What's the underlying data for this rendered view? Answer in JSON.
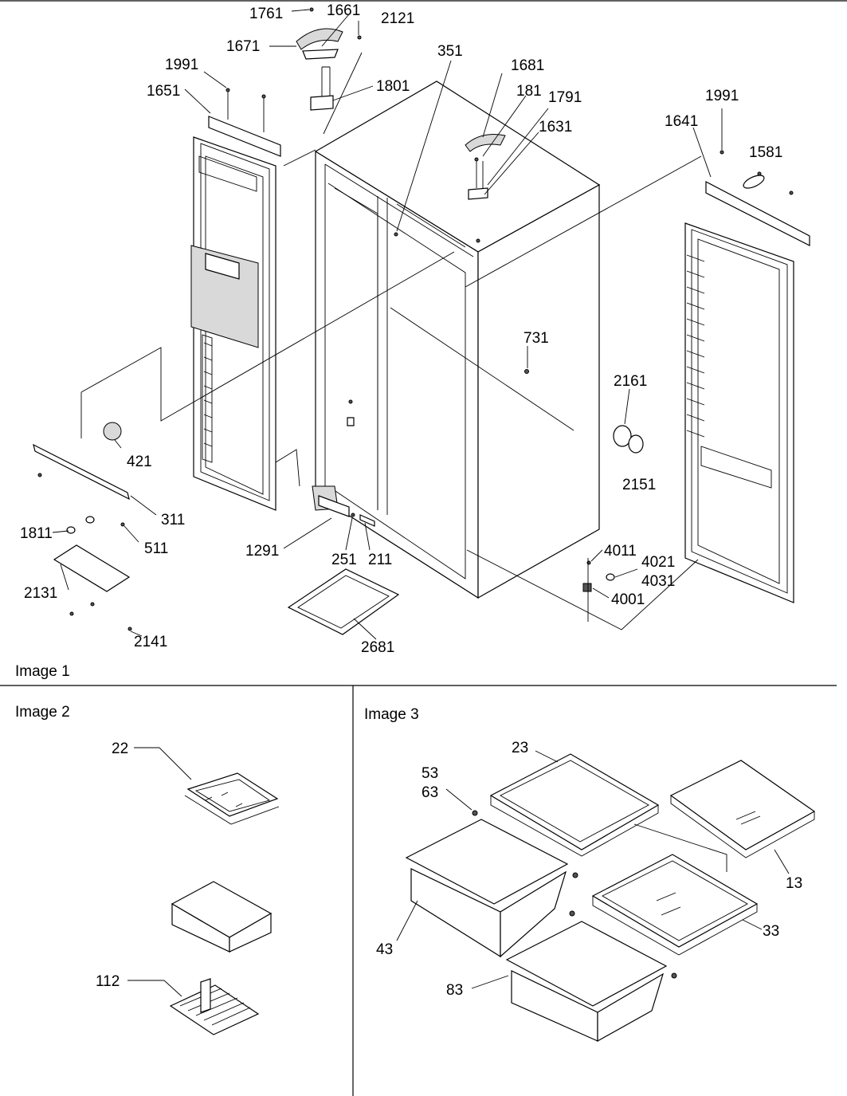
{
  "panels": {
    "image1": "Image 1",
    "image2": "Image 2",
    "image3": "Image 3"
  },
  "callouts": {
    "c1761": "1761",
    "c1661": "1661",
    "c2121": "2121",
    "c1671": "1671",
    "c1991a": "1991",
    "c1651": "1651",
    "c1801": "1801",
    "c351": "351",
    "c1681": "1681",
    "c181": "181",
    "c1791": "1791",
    "c1631": "1631",
    "c1991b": "1991",
    "c1641": "1641",
    "c1581": "1581",
    "c731": "731",
    "c2161": "2161",
    "c2151": "2151",
    "c421": "421",
    "c311": "311",
    "c1811": "1811",
    "c511": "511",
    "c1291": "1291",
    "c251": "251",
    "c211": "211",
    "c2131": "2131",
    "c2141": "2141",
    "c2681": "2681",
    "c4011": "4011",
    "c4021": "4021",
    "c4031": "4031",
    "c4001": "4001",
    "c22": "22",
    "c112": "112",
    "c23": "23",
    "c53": "53",
    "c63": "63",
    "c13": "13",
    "c43": "43",
    "c33": "33",
    "c83": "83"
  }
}
